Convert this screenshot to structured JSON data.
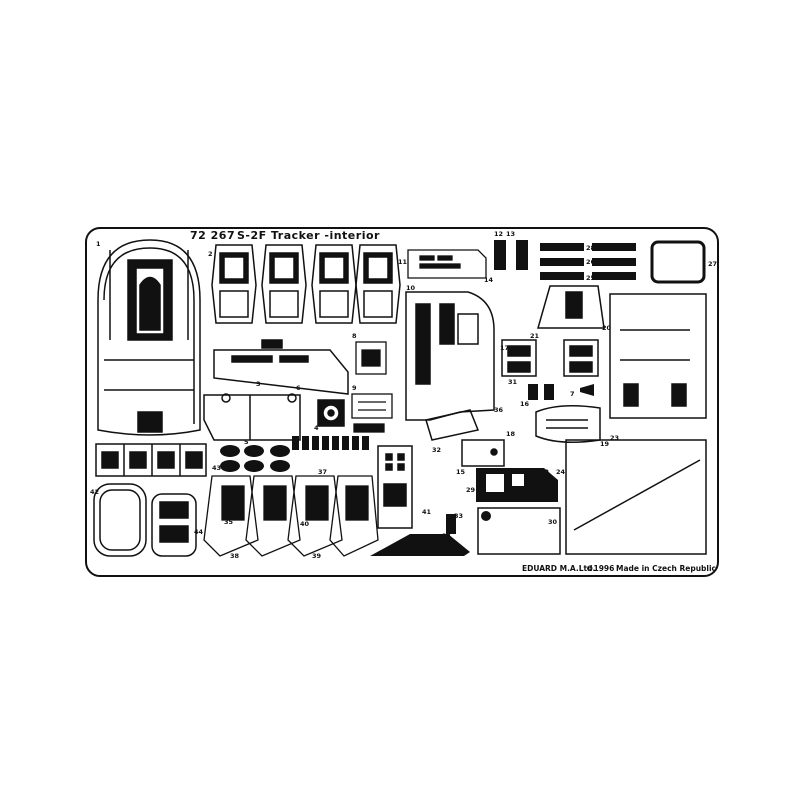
{
  "sheet": {
    "code": "72 267",
    "title": "S-2F Tracker -interior",
    "maker": "EDUARD M.A.Ltd.",
    "copyright": "©1996",
    "origin": "Made in Czech Republic"
  },
  "part_numbers": [
    "1",
    "2",
    "3",
    "4",
    "5",
    "6",
    "7",
    "8",
    "9",
    "10",
    "11",
    "12",
    "13",
    "14",
    "15",
    "16",
    "17",
    "18",
    "19",
    "20",
    "21",
    "22",
    "23",
    "24",
    "25",
    "26",
    "27",
    "28",
    "29",
    "30",
    "31",
    "32",
    "33",
    "34",
    "35",
    "36",
    "37",
    "38",
    "39",
    "40",
    "41",
    "42",
    "43",
    "44"
  ],
  "colors": {
    "ink": "#111111",
    "background": "#ffffff"
  }
}
